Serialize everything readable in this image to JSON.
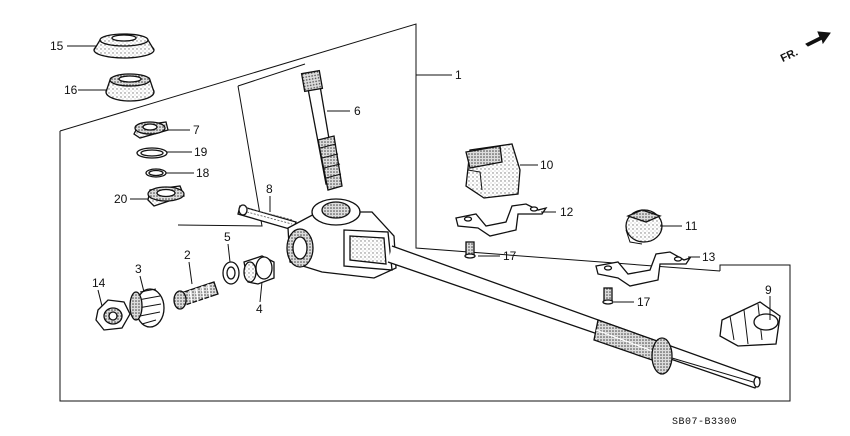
{
  "callouts": {
    "c1": "1",
    "c2": "2",
    "c3": "3",
    "c4": "4",
    "c5": "5",
    "c6": "6",
    "c7": "7",
    "c8": "8",
    "c9": "9",
    "c10": "10",
    "c11": "11",
    "c12": "12",
    "c13": "13",
    "c14": "14",
    "c15": "15",
    "c16": "16",
    "c17a": "17",
    "c17b": "17",
    "c18": "18",
    "c19": "19",
    "c20": "20"
  },
  "direction_label": "FR.",
  "diagram_code": "SB07-B3300",
  "colors": {
    "ink": "#111111",
    "paper": "#ffffff",
    "stipple": "#9a9a9a"
  }
}
